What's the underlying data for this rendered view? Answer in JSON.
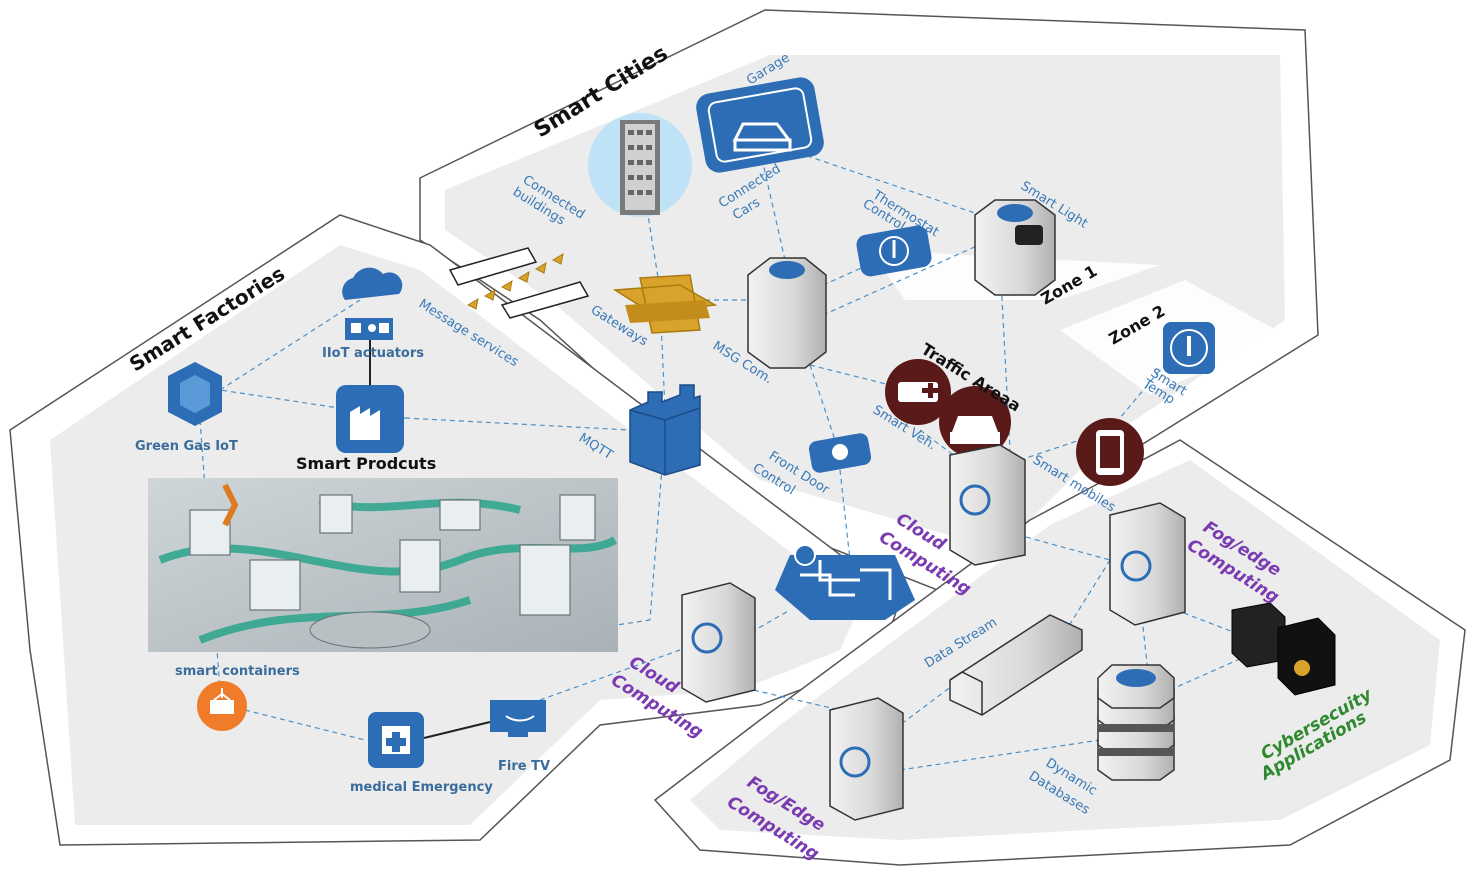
{
  "regions": {
    "smart_cities": "Smart Cities",
    "smart_factories": "Smart Factories",
    "zone1": "Zone 1",
    "zone2": "Zone 2",
    "traffic_area": "Traffic Areaa"
  },
  "labels": {
    "garage": "Garage",
    "connected_buildings": [
      "Connected",
      "buildings"
    ],
    "connected_cars": [
      "Connected",
      "Cars"
    ],
    "thermostat_control": [
      "Thermostat",
      "Control"
    ],
    "smart_light": "Smart Light",
    "gateways": "Gateways",
    "msg_com": "MSG Com.",
    "smart_veh": "Smart Veh.",
    "smart_temp": [
      "Smart",
      "Temp"
    ],
    "smart_mobiles": "Smart mobiles",
    "front_door_control": [
      "Front Door",
      "Control"
    ],
    "message_services": "Message services",
    "mqtt": "MQTT",
    "iiot_actuators": "IIoT actuators",
    "green_gas_iot": "Green Gas IoT",
    "smart_products": "Smart Prodcuts",
    "smart_containers": "smart containers",
    "medical_emergency": "medical Emergency",
    "fire_tv": "Fire TV",
    "cloud_computing_1": [
      "Cloud",
      "Computing"
    ],
    "cloud_computing_2": [
      "Cloud",
      "Computing"
    ],
    "fog_edge_1": [
      "Fog/edge",
      "Computing"
    ],
    "fog_edge_2": [
      "Fog/Edge",
      "Computing"
    ],
    "data_stream": "Data Stream",
    "dynamic_databases": [
      "Dynamic",
      "Databases"
    ],
    "cybersecurity": [
      "Cybersecuity",
      "Applications"
    ]
  },
  "colors": {
    "region_fill": "#ececec",
    "region_stroke": "#555555",
    "chip_blue": "#2d6db5",
    "link_blue": "#4a90c8",
    "label_blue": "#3a7ab8",
    "purple": "#7a3bb0",
    "green": "#2f8a2f",
    "orange": "#f07c2a",
    "maroon": "#5a1a1a",
    "gold": "#d9a22a"
  },
  "icons": [
    "building-icon",
    "car-chip-icon",
    "thermostat-chip-icon",
    "smart-light-icon",
    "gateway-icon",
    "msg-server-icon",
    "ambulance-icon",
    "car-icon",
    "temp-chip-icon",
    "mobile-icon",
    "door-chip-icon",
    "mqtt-castle-icon",
    "cloud-actuator-icon",
    "green-gas-icon",
    "factory-chip-icon",
    "container-icon",
    "medical-chip-icon",
    "fire-tv-icon",
    "server-icon",
    "data-stream-icon",
    "database-icon",
    "cybersecurity-icon",
    "circuit-shield-icon",
    "message-queue-icon"
  ]
}
